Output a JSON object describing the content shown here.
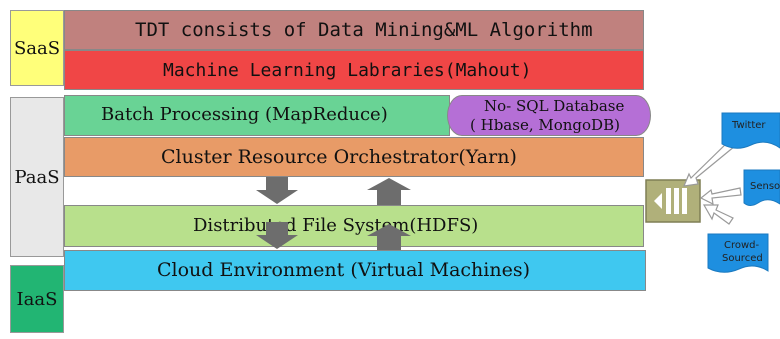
{
  "tiers": {
    "saas": "SaaS",
    "paas": "PaaS",
    "iaas": "IaaS"
  },
  "layers": {
    "tdt": "TDT consists of Data Mining&ML Algorithm",
    "ml_libraries": "Machine Learning Labraries(Mahout)",
    "batch": "Batch Processing (MapReduce)",
    "nosql_line1": "No- SQL Database",
    "nosql_line2": "( Hbase,  MongoDB)",
    "yarn": "Cluster Resource Orchestrator(Yarn)",
    "hdfs": "Distributed File System(HDFS)",
    "cloud": "Cloud Environment (Virtual Machines)"
  },
  "sources": {
    "twitter": "Twitter",
    "sensor": "Senso",
    "crowd_line1": "Crowd-",
    "crowd_line2": "Sourced"
  },
  "colors": {
    "saas_tier": "#ffff7a",
    "paas_tier": "#e8e8e8",
    "iaas_tier": "#22b573",
    "tdt": "#c0817e",
    "ml_libraries": "#f04646",
    "batch": "#69d395",
    "nosql": "#b56fd6",
    "yarn": "#e89b67",
    "hdfs": "#b8e08c",
    "cloud": "#3fc8f0",
    "arrow": "#6d6d6d",
    "source_doc": "#1e8fe0",
    "queue": "#b0b07a"
  }
}
